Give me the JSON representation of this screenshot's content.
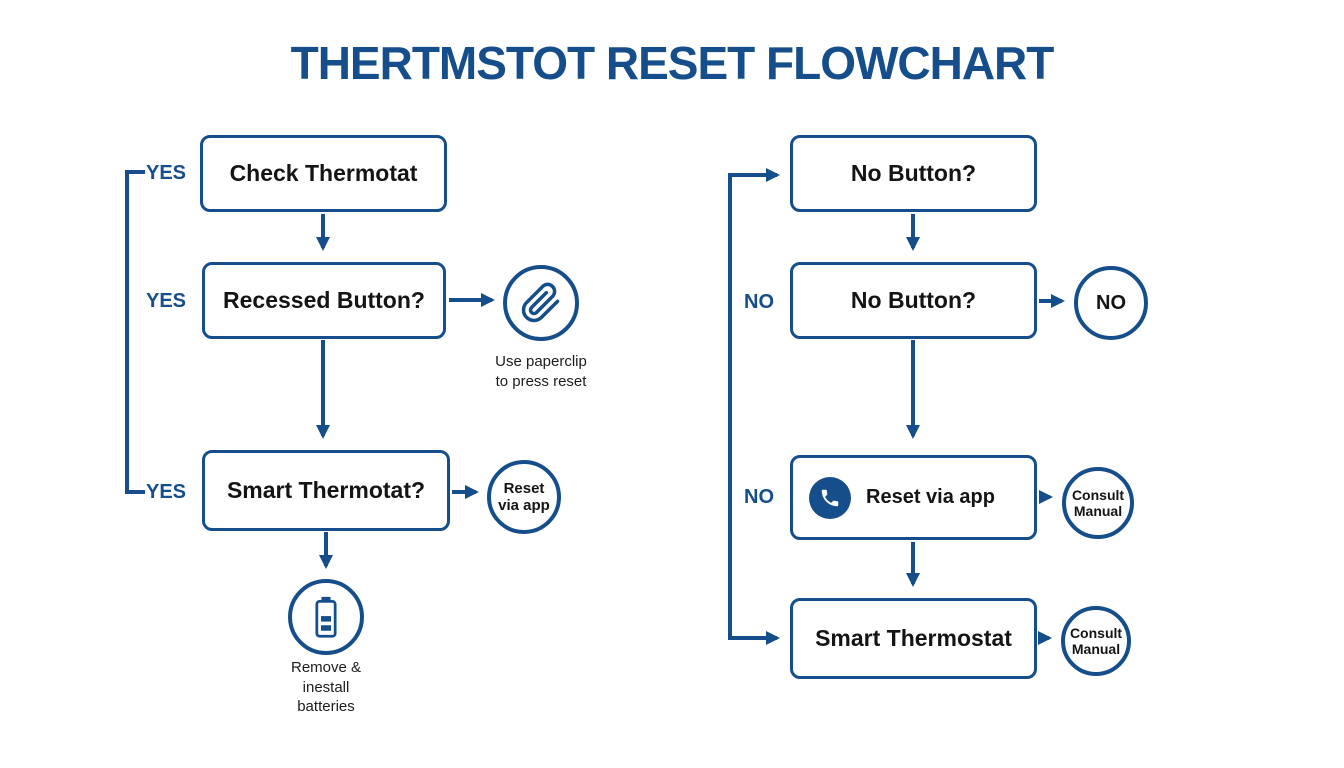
{
  "title": "THERTMSTOT RESET FLOWCHART",
  "colors": {
    "primary": "#164e8c",
    "text": "#141414"
  },
  "icons": [
    "paperclip-icon",
    "battery-icon",
    "phone-icon"
  ],
  "left_flow": {
    "label_yes_1": "YES",
    "label_yes_2": "YES",
    "label_yes_3": "YES",
    "node_check": "Check Thermotat",
    "node_recessed": "Recessed Button?",
    "node_smart": "Smart Thermotat?",
    "paperclip_caption": "Use paperclip\nto press reset",
    "reset_via_app_circle": "Reset\nvia app",
    "battery_caption": "Remove &\ninestall\nbatteries"
  },
  "right_flow": {
    "label_no_1": "NO",
    "label_no_2": "NO",
    "node_no_button_1": "No Button?",
    "node_no_button_2": "No Button?",
    "node_reset_via_app": "Reset via app",
    "node_smart_thermostat": "Smart Thermostat",
    "no_circle": "NO",
    "consult_manual_1": "Consult\nManual",
    "consult_manual_2": "Consult\nManual"
  }
}
